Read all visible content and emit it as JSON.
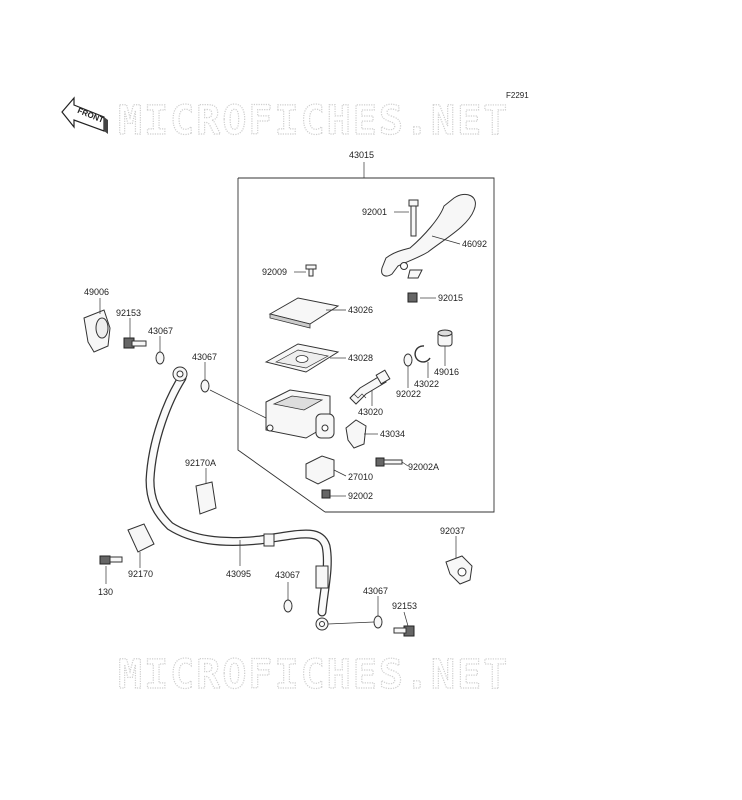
{
  "figure_code": "F2291",
  "watermark": "MICROFICHES.NET",
  "front_arrow_label": "FRONT",
  "assembly_label": "43015",
  "parts": {
    "p92001": "92001",
    "p46092": "46092",
    "p92009": "92009",
    "p92015": "92015",
    "p43026": "43026",
    "p49006": "49006",
    "p92153a": "92153",
    "p43067a": "43067",
    "p43028": "43028",
    "p49016": "49016",
    "p43067b": "43067",
    "p43022": "43022",
    "p92022": "92022",
    "p43020": "43020",
    "p43034": "43034",
    "p92170A": "92170A",
    "p92002A": "92002A",
    "p27010": "27010",
    "p92002": "92002",
    "p92037": "92037",
    "p92170": "92170",
    "p43095": "43095",
    "p43067c": "43067",
    "p43067d": "43067",
    "p92153b": "92153",
    "p130": "130"
  }
}
